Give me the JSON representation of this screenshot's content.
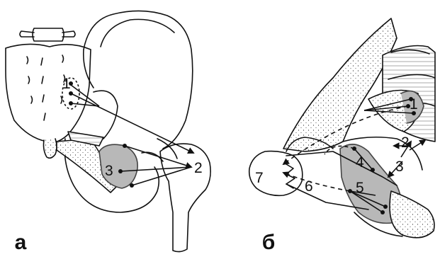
{
  "panels": [
    {
      "letter": "а",
      "labels": [
        "1",
        "2",
        "3"
      ]
    },
    {
      "letter": "б",
      "labels": [
        "1",
        "2",
        "3",
        "4",
        "5",
        "6",
        "7"
      ]
    }
  ],
  "colors": {
    "line": "#111111",
    "shaded_muscle": "#b8b8b8",
    "stipple_bone": "#222222",
    "background": "#ffffff"
  }
}
